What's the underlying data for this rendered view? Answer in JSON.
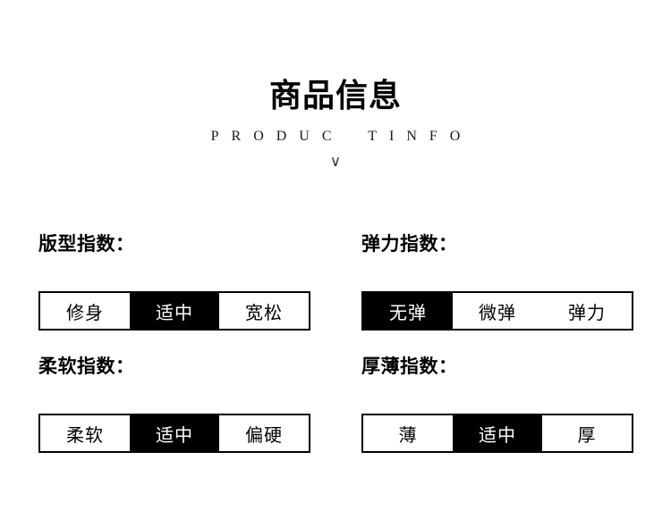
{
  "header": {
    "title": "商品信息",
    "subtitle": "PRODUC TINFO",
    "chevron_icon": "∨"
  },
  "sections": [
    {
      "key": "fit",
      "label": "版型指数：",
      "options": [
        "修身",
        "适中",
        "宽松"
      ],
      "selected_index": 1
    },
    {
      "key": "elasticity",
      "label": "弹力指数：",
      "options": [
        "无弹",
        "微弹",
        "弹力"
      ],
      "selected_index": 0
    },
    {
      "key": "softness",
      "label": "柔软指数：",
      "options": [
        "柔软",
        "适中",
        "偏硬"
      ],
      "selected_index": 1
    },
    {
      "key": "thickness",
      "label": "厚薄指数：",
      "options": [
        "薄",
        "适中",
        "厚"
      ],
      "selected_index": 1
    }
  ],
  "colors": {
    "background": "#ffffff",
    "text": "#000000",
    "border": "#000000",
    "selected_bg": "#000000",
    "selected_text": "#ffffff"
  }
}
